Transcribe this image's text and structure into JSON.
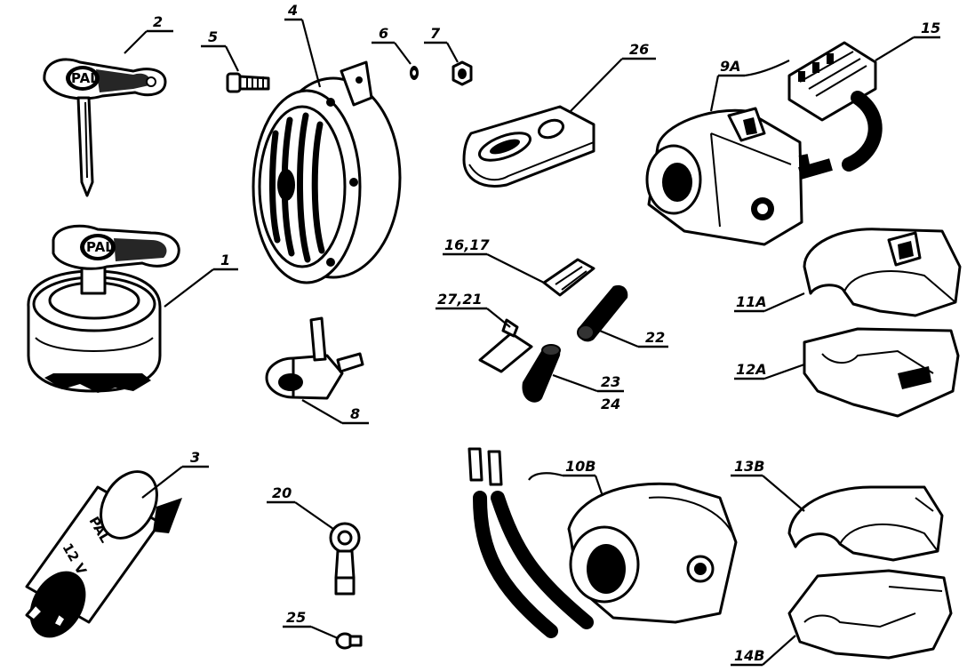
{
  "parts": [
    {
      "id": "p1",
      "label": "1"
    },
    {
      "id": "p2",
      "label": "2"
    },
    {
      "id": "p3",
      "label": "3"
    },
    {
      "id": "p4",
      "label": "4"
    },
    {
      "id": "p5",
      "label": "5"
    },
    {
      "id": "p6",
      "label": "6"
    },
    {
      "id": "p7",
      "label": "7"
    },
    {
      "id": "p8",
      "label": "8"
    },
    {
      "id": "p9A",
      "label": "9A"
    },
    {
      "id": "p10B",
      "label": "10B"
    },
    {
      "id": "p11A",
      "label": "11A"
    },
    {
      "id": "p12A",
      "label": "12A"
    },
    {
      "id": "p13B",
      "label": "13B"
    },
    {
      "id": "p14B",
      "label": "14B"
    },
    {
      "id": "p15",
      "label": "15"
    },
    {
      "id": "p16_17",
      "label": "16,17"
    },
    {
      "id": "p20",
      "label": "20"
    },
    {
      "id": "p22",
      "label": "22"
    },
    {
      "id": "p23",
      "label": "23"
    },
    {
      "id": "p24",
      "label": "24"
    },
    {
      "id": "p25",
      "label": "25"
    },
    {
      "id": "p26",
      "label": "26"
    },
    {
      "id": "p27_21",
      "label": "27,21"
    }
  ],
  "markings": {
    "brand": "PAL",
    "voltage": "12 V"
  }
}
